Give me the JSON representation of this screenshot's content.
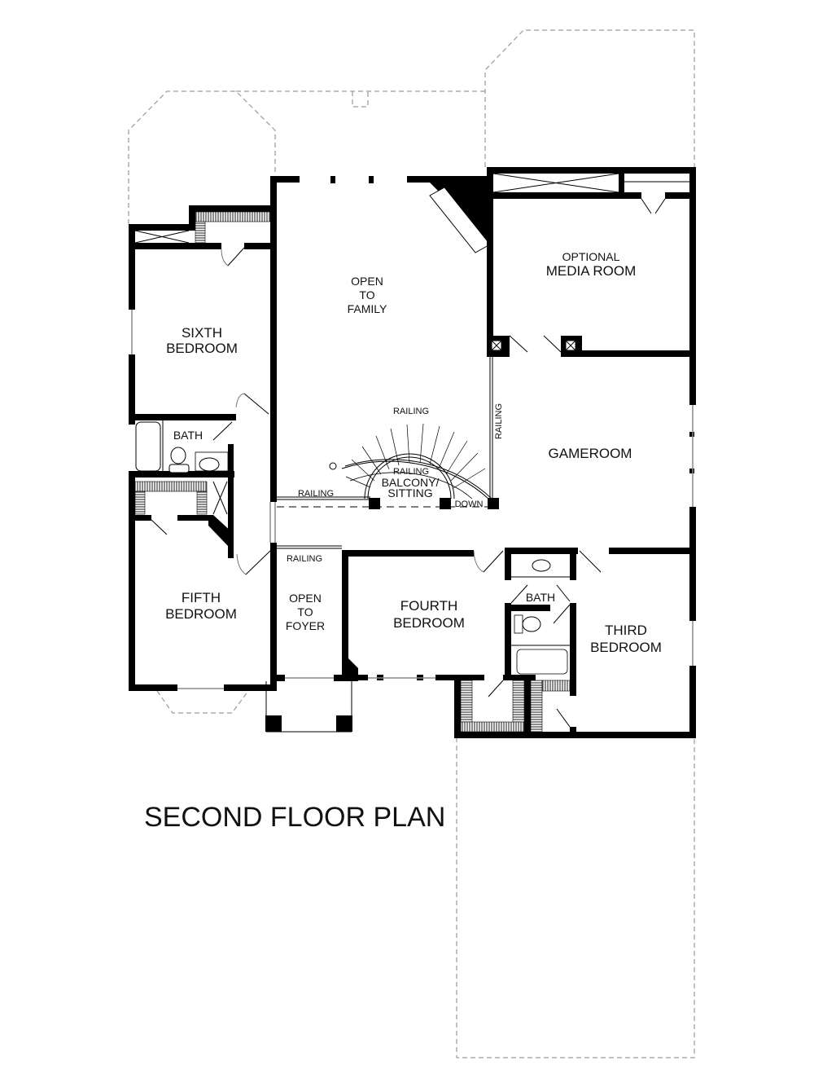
{
  "plan": {
    "title": "SECOND FLOOR PLAN",
    "rooms": {
      "open_to_family": [
        "OPEN",
        "TO",
        "FAMILY"
      ],
      "optional_media_room": {
        "line1": "OPTIONAL",
        "line2": "MEDIA ROOM"
      },
      "sixth_bedroom": [
        "SIXTH",
        "BEDROOM"
      ],
      "sixth_bath": "BATH",
      "gameroom": "GAMEROOM",
      "fifth_bedroom": [
        "FIFTH",
        "BEDROOM"
      ],
      "open_to_foyer": [
        "OPEN",
        "TO",
        "FOYER"
      ],
      "fourth_bedroom": [
        "FOURTH",
        "BEDROOM"
      ],
      "shared_bath": "BATH",
      "third_bedroom": [
        "THIRD",
        "BEDROOM"
      ],
      "balcony_sitting": [
        "BALCONY/",
        "SITTING"
      ]
    },
    "annotations": {
      "railing_stair_top": "RAILING",
      "railing_stair_inner": "RAILING",
      "railing_vertical": "RAILING",
      "railing_left": "RAILING",
      "railing_foyer": "RAILING",
      "down": "DOWN"
    },
    "colors": {
      "wall": "#000000",
      "dashed_outline": "#9a9a9a",
      "window": "#8a8a8a",
      "background": "#ffffff"
    }
  }
}
